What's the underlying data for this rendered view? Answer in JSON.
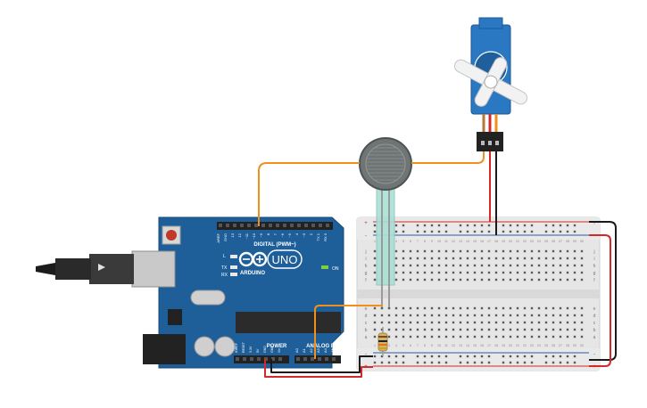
{
  "arduino": {
    "brand": "ARDUINO",
    "model": "UNO",
    "digital_label": "DIGITAL (PWM~)",
    "power_label": "POWER",
    "analog_label": "ANALOG IN",
    "on_label": "ON",
    "tx_label": "TX",
    "rx_label": "RX",
    "l_label": "L",
    "top_pins": [
      "AREF",
      "GND",
      "13",
      "12",
      "~11",
      "~10",
      "~9",
      "8",
      "7",
      "~6",
      "~5",
      "4",
      "~3",
      "2",
      "TX 1",
      "RX 0"
    ],
    "power_pins": [
      "IOREF",
      "RESET",
      "3.3V",
      "5V",
      "GND",
      "GND",
      "Vin"
    ],
    "analog_pins": [
      "A0",
      "A1",
      "A2",
      "A3",
      "A4",
      "A5"
    ]
  },
  "breadboard": {
    "row_letters_top": [
      "j",
      "i",
      "h",
      "g",
      "f"
    ],
    "row_letters_bottom": [
      "e",
      "d",
      "c",
      "b",
      "a"
    ],
    "column_numbers": [
      "1",
      "2",
      "3",
      "4",
      "5",
      "6",
      "7",
      "8",
      "9",
      "10",
      "11",
      "12",
      "13",
      "14",
      "15",
      "16",
      "17",
      "18",
      "19",
      "20",
      "21",
      "22",
      "23",
      "24",
      "25",
      "26",
      "27",
      "28",
      "29",
      "30"
    ],
    "rail_plus": "+",
    "rail_minus": "-"
  },
  "colors": {
    "board": "#1e5f9a",
    "wire_orange": "#f0901c",
    "wire_red": "#d62828",
    "wire_black": "#1a1a1a",
    "breadboard": "#e9e9e9",
    "servo": "#2a78c2",
    "fsr": "#7f8585"
  }
}
